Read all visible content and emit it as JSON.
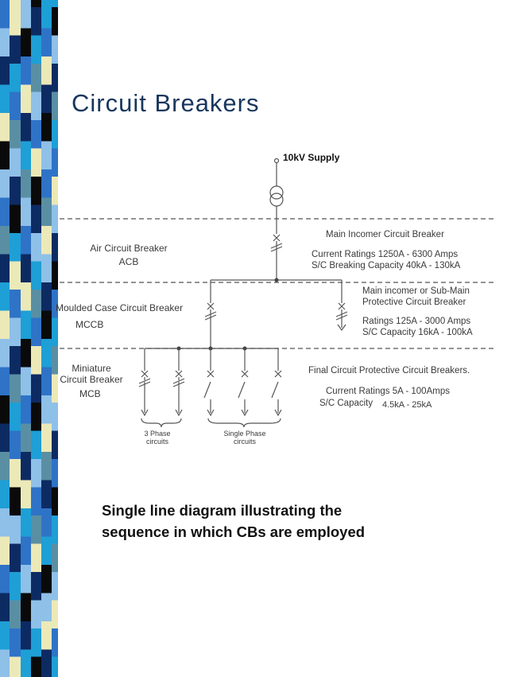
{
  "slide": {
    "title": "Circuit Breakers",
    "caption_lines": [
      "Single line diagram illustrating the",
      "sequence in which CBs are employed"
    ]
  },
  "diagram": {
    "supply_label": "10kV Supply",
    "levels": {
      "acb": {
        "name": "Air Circuit Breaker",
        "abbr": "ACB"
      },
      "mccb": {
        "name": "Moulded Case Circuit Breaker",
        "abbr": "MCCB"
      },
      "mcb": {
        "name_line1": "Miniature",
        "name_line2": "Circuit Breaker",
        "abbr": "MCB"
      }
    },
    "notes": {
      "incomer": {
        "title": "Main Incomer Circuit Breaker",
        "line1": "Current Ratings 1250A - 6300 Amps",
        "line2": "S/C Breaking Capacity 40kA - 130kA"
      },
      "submain": {
        "title1": "Main incomer or Sub-Main",
        "title2": "Protective Circuit Breaker",
        "line1": "Ratings 125A - 3000 Amps",
        "line2": "S/C Capacity 16kA - 100kA"
      },
      "final": {
        "title": "Final Circuit Protective Circuit Breakers.",
        "line1": "Current Ratings 5A - 100Amps",
        "line2_label": "S/C Capacity",
        "line2_value": "4.5kA - 25kA"
      }
    },
    "circuits": {
      "three_phase": [
        "3 Phase",
        "circuits"
      ],
      "single_phase": [
        "Single Phase",
        "circuits"
      ]
    }
  },
  "colors": {
    "title": "#17365d",
    "strip_navy": "#0d2b63",
    "strip_blue": "#2f73c7",
    "strip_lightblue": "#8fc0e8",
    "strip_cyan": "#1e9fd6",
    "strip_cream": "#ece9b8",
    "strip_black": "#0a0a0a",
    "strip_slate": "#5a8fa3"
  }
}
